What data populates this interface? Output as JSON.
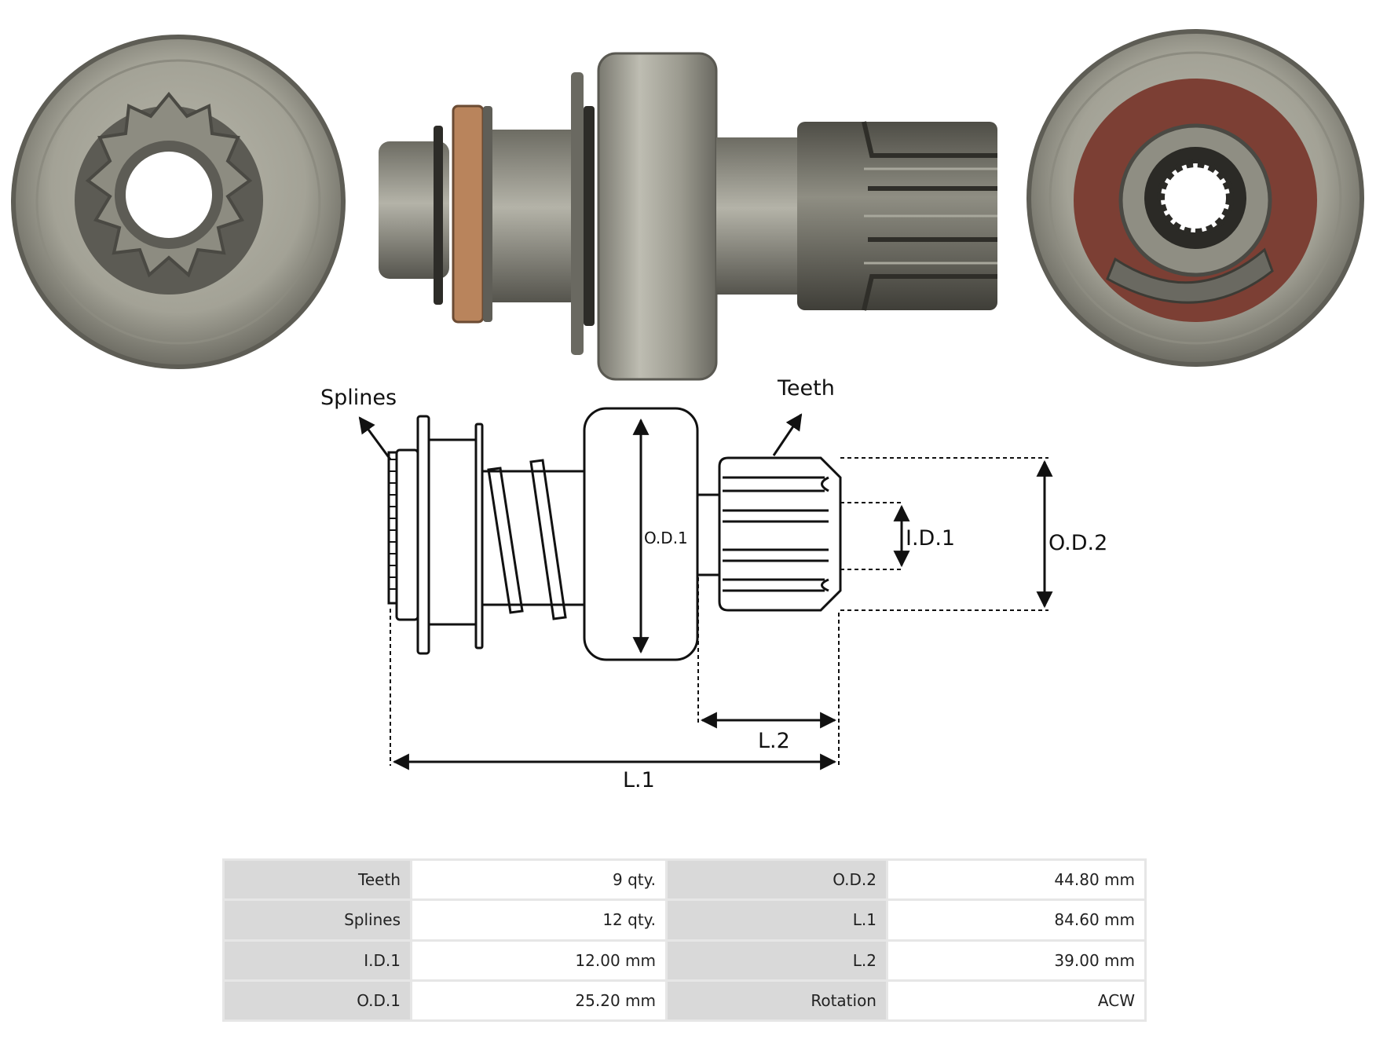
{
  "diagram": {
    "splines_label": "Splines",
    "teeth_label": "Teeth",
    "od1_label": "O.D.1",
    "id1_label": "I.D.1",
    "od2_label": "O.D.2",
    "l2_label": "L.2",
    "l1_label": "L.1"
  },
  "specs": {
    "rows": [
      {
        "label_a": "Teeth",
        "value_a": "9 qty.",
        "label_b": "O.D.2",
        "value_b": "44.80 mm"
      },
      {
        "label_a": "Splines",
        "value_a": "12 qty.",
        "label_b": "L.1",
        "value_b": "84.60 mm"
      },
      {
        "label_a": "I.D.1",
        "value_a": "12.00 mm",
        "label_b": "L.2",
        "value_b": "39.00 mm"
      },
      {
        "label_a": "O.D.1",
        "value_a": "25.20 mm",
        "label_b": "Rotation",
        "value_b": "ACW"
      }
    ]
  },
  "colors": {
    "metal": "#8a8a80",
    "metal_dark": "#4f4f48",
    "friction_washer": "#b9845c",
    "insulator_red": "#7c3f34",
    "line": "#111111"
  }
}
